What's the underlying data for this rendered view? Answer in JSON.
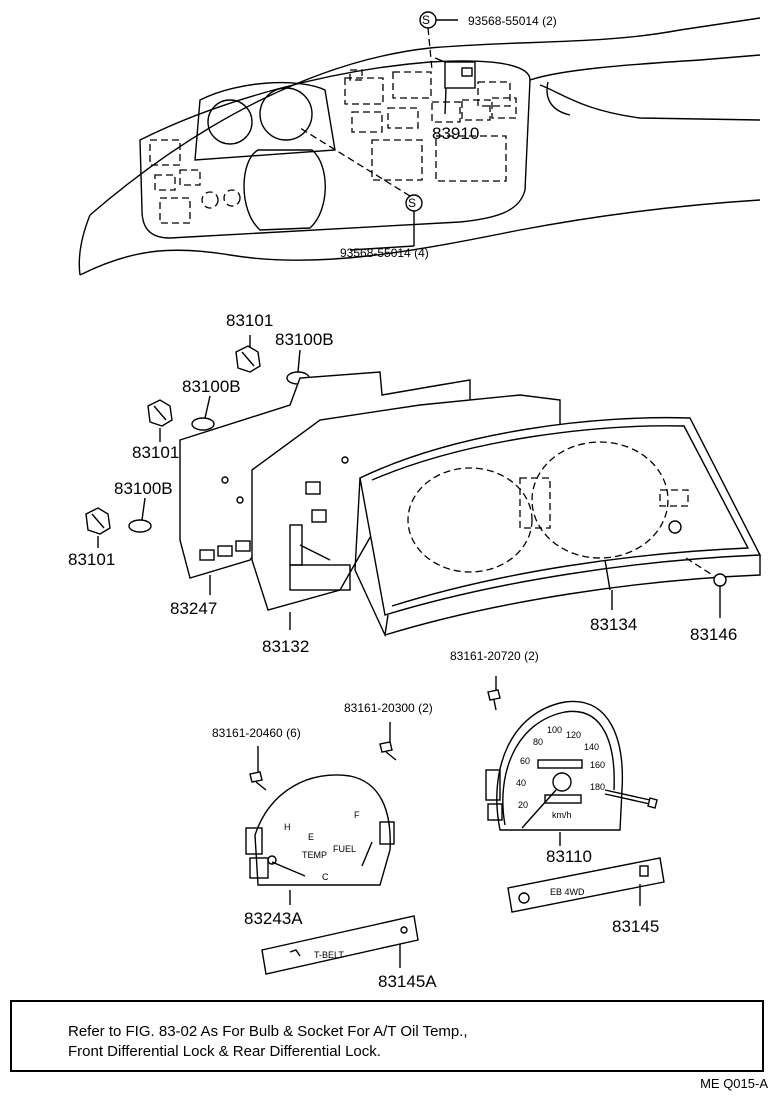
{
  "labels": {
    "screw_top": "93568-55014 (2)",
    "relay": "83910",
    "screw_bottom": "93568-55014 (4)",
    "screw_symbol": "S",
    "bulb_holder_1": "83101",
    "bulb_1": "83100B",
    "bulb_2": "83100B",
    "bulb_holder_2": "83101",
    "bulb_3": "83100B",
    "bulb_holder_3": "83101",
    "printed_circuit": "83247",
    "case": "83132",
    "glass": "83134",
    "knob": "83146",
    "screw_speedo": "83161-20720 (2)",
    "screw_mid": "83161-20300 (2)",
    "screw_left": "83161-20460 (6)",
    "speedometer": "83110",
    "fuel_temp_gauge": "83243A",
    "warning_plate_right": "83145",
    "warning_plate_left": "83145A"
  },
  "speedometer_dial": {
    "numbers": [
      "20",
      "40",
      "60",
      "80",
      "100",
      "120",
      "140",
      "160",
      "180"
    ],
    "unit": "km/h"
  },
  "gauge_dial": {
    "temp_h": "H",
    "temp_c": "C",
    "temp_label": "TEMP",
    "fuel_f": "F",
    "fuel_e": "E",
    "fuel_label": "FUEL"
  },
  "plates": {
    "right_text": "EB 4WD",
    "left_text": "T-BELT"
  },
  "note": {
    "line1": "Refer to FIG. 83-02 As For Bulb & Socket For A/T Oil Temp.,",
    "line2": "Front Differential Lock & Rear Differential Lock."
  },
  "reference_code": "ME  Q015-A"
}
